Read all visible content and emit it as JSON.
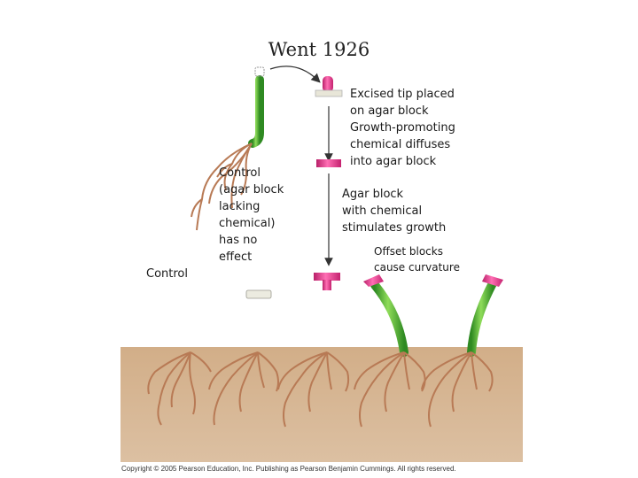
{
  "title": "Went 1926",
  "labels": {
    "control": "Control",
    "control_agar": [
      "Control",
      "(agar block",
      "lacking",
      "chemical)",
      "has no",
      "effect"
    ],
    "excised": [
      "Excised tip placed",
      "on agar block",
      "Growth-promoting",
      "chemical diffuses",
      "into agar block"
    ],
    "agar_block": [
      "Agar block",
      "with chemical",
      "stimulates growth"
    ],
    "offset": [
      "Offset blocks",
      "cause curvature"
    ]
  },
  "copyright": "Copyright © 2005 Pearson Education, Inc. Publishing as Pearson Benjamin Cummings. All rights reserved.",
  "colors": {
    "soil": "#d9b896",
    "stem": "#5fbf3a",
    "stem_dark": "#2f8a22",
    "agar_plain": "#e8e6d8",
    "agar_chem": "#e5318a",
    "root": "#b87a55"
  }
}
